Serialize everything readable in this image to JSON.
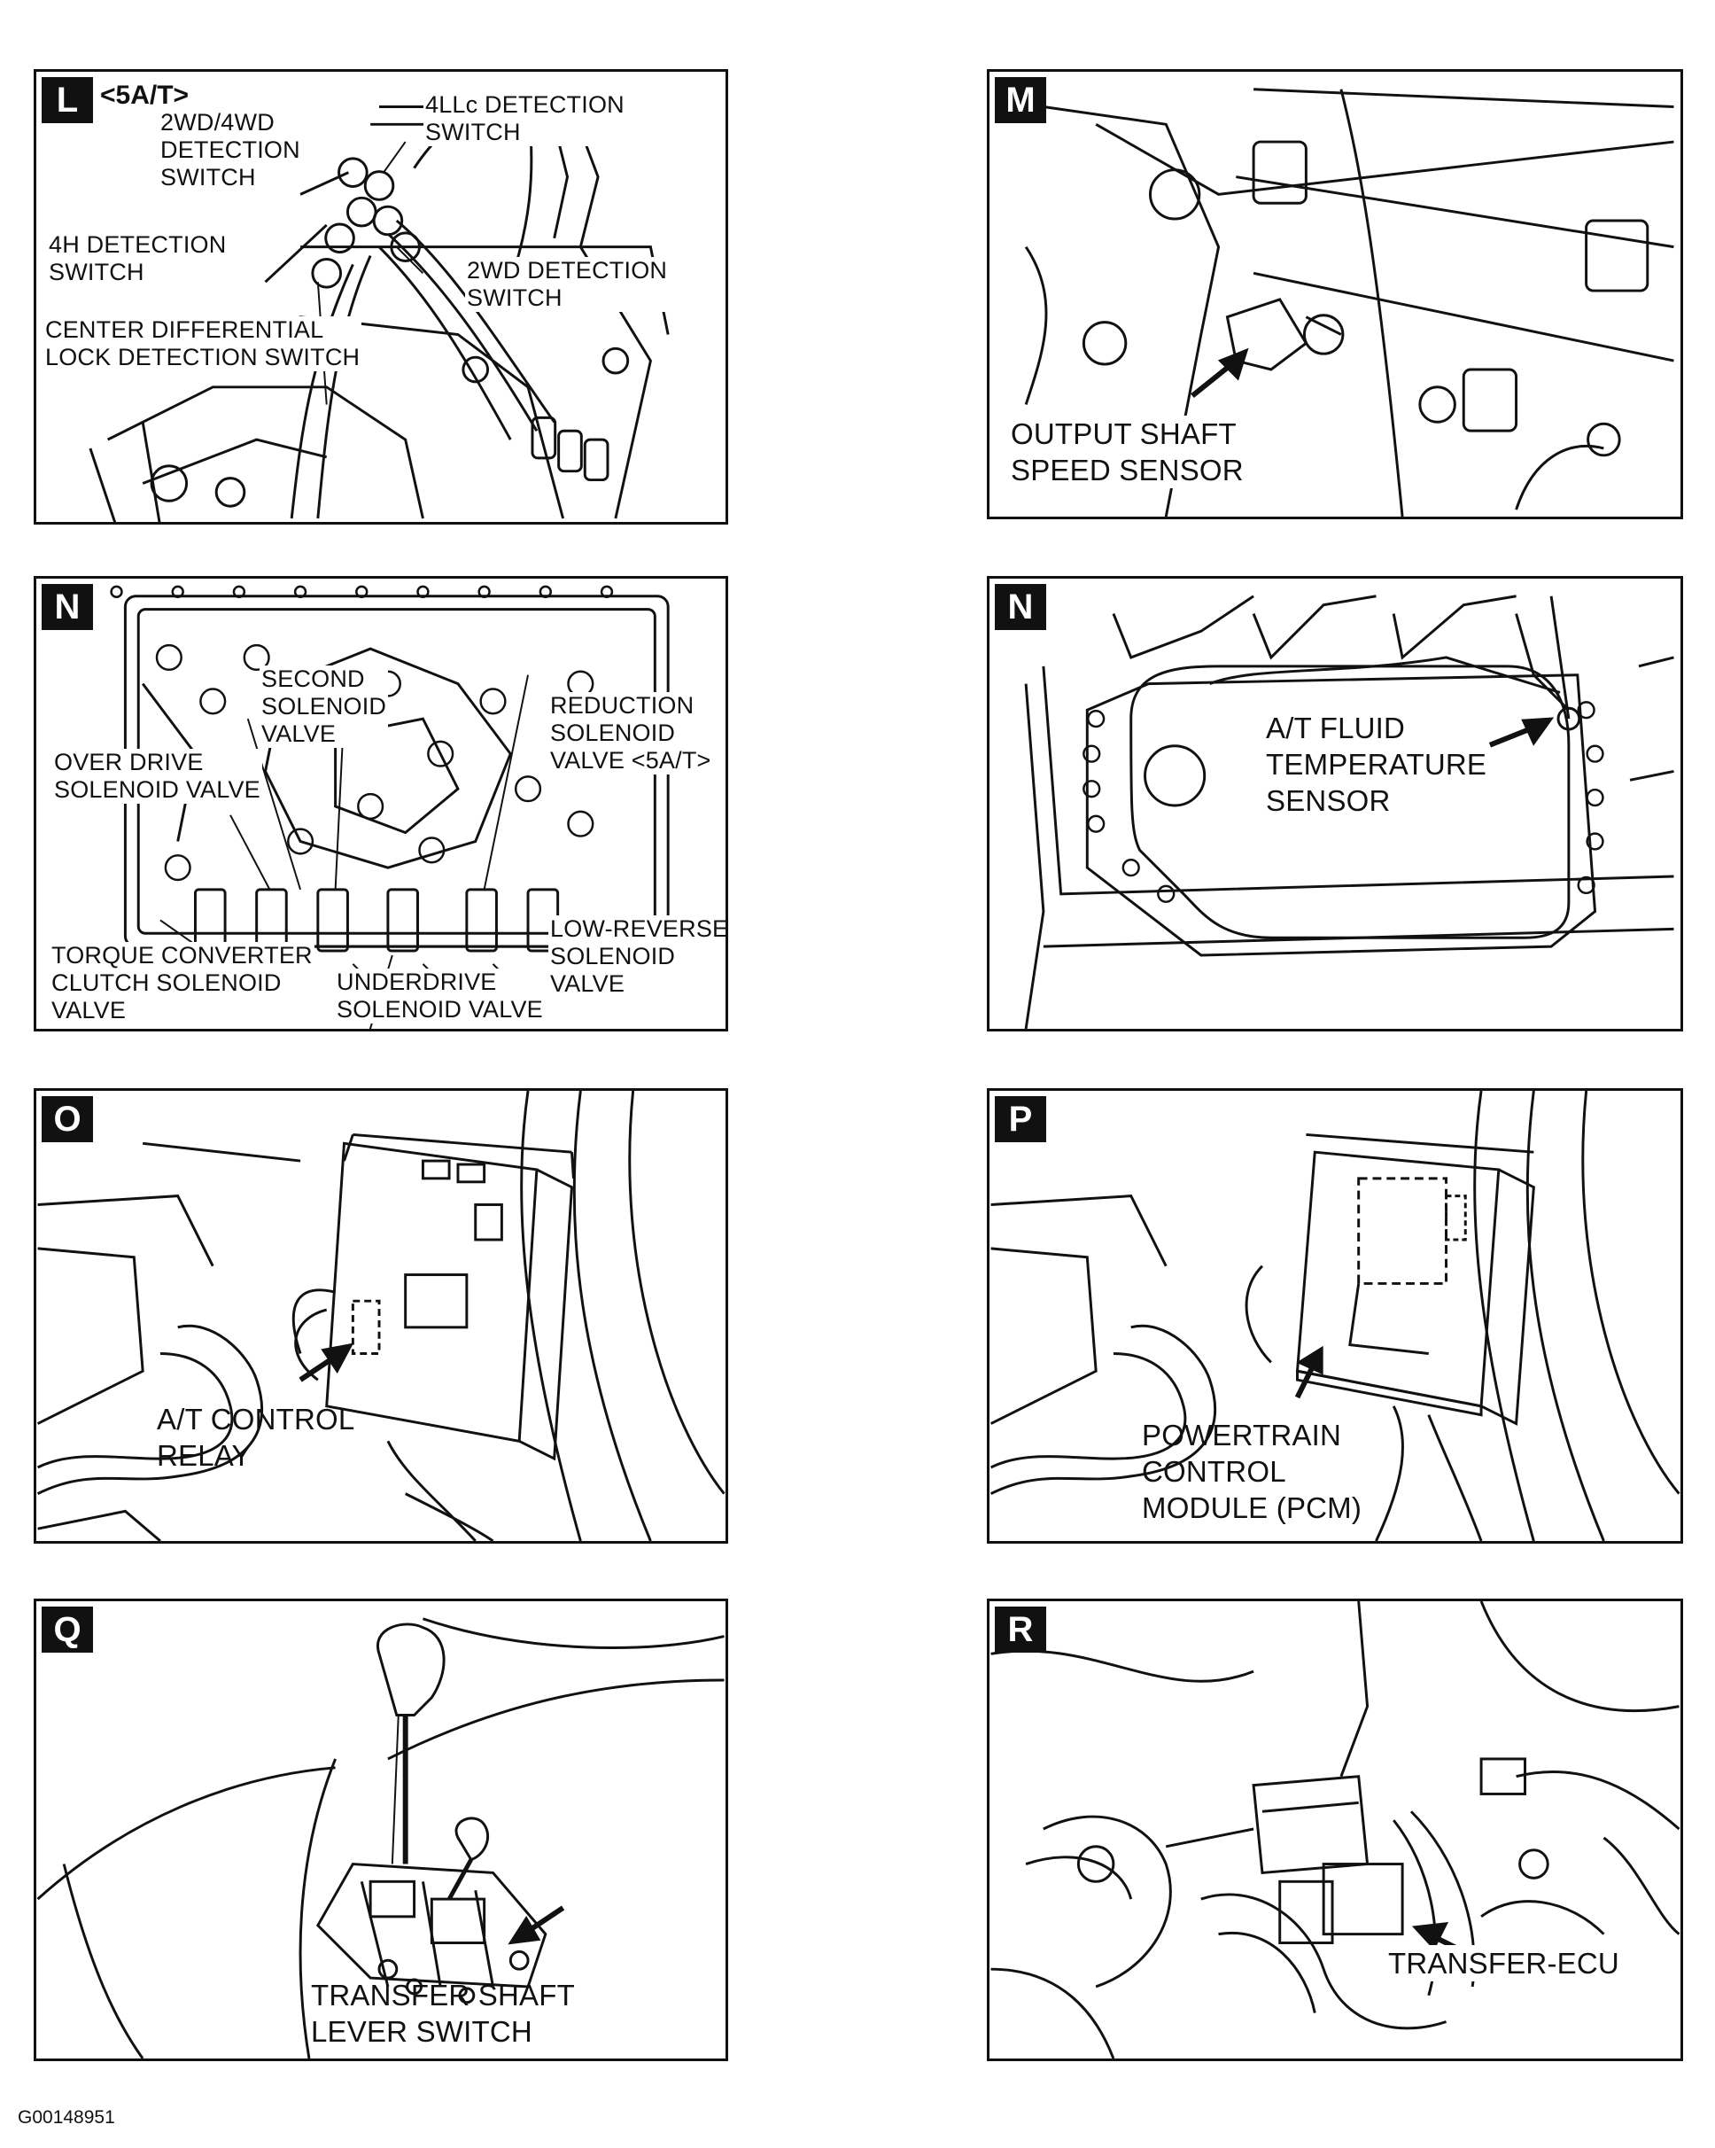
{
  "figure_id": "G00148951",
  "panels": {
    "L": {
      "letter": "L",
      "variant": "<5A/T>",
      "labels": [
        "2WD/4WD\nDETECTION\nSWITCH",
        "4LLc DETECTION\nSWITCH",
        "4H DETECTION\nSWITCH",
        "2WD DETECTION\nSWITCH",
        "CENTER DIFFERENTIAL\nLOCK DETECTION SWITCH"
      ]
    },
    "M": {
      "letter": "M",
      "labels": [
        "OUTPUT SHAFT\nSPEED SENSOR"
      ]
    },
    "N1": {
      "letter": "N",
      "labels": [
        "SECOND\nSOLENOID\nVALVE",
        "REDUCTION\nSOLENOID\nVALVE <5A/T>",
        "OVER DRIVE\nSOLENOID VALVE",
        "TORQUE CONVERTER\nCLUTCH SOLENOID\nVALVE",
        "UNDERDRIVE\nSOLENOID VALVE",
        "LOW-REVERSE\nSOLENOID\nVALVE"
      ]
    },
    "N2": {
      "letter": "N",
      "labels": [
        "A/T FLUID\nTEMPERATURE\nSENSOR"
      ]
    },
    "O": {
      "letter": "O",
      "labels": [
        "A/T CONTROL\nRELAY"
      ]
    },
    "P": {
      "letter": "P",
      "labels": [
        "POWERTRAIN\nCONTROL\nMODULE (PCM)"
      ]
    },
    "Q": {
      "letter": "Q",
      "labels": [
        "TRANSFER SHAFT\nLEVER SWITCH"
      ]
    },
    "R": {
      "letter": "R",
      "labels": [
        "TRANSFER-ECU"
      ]
    }
  }
}
